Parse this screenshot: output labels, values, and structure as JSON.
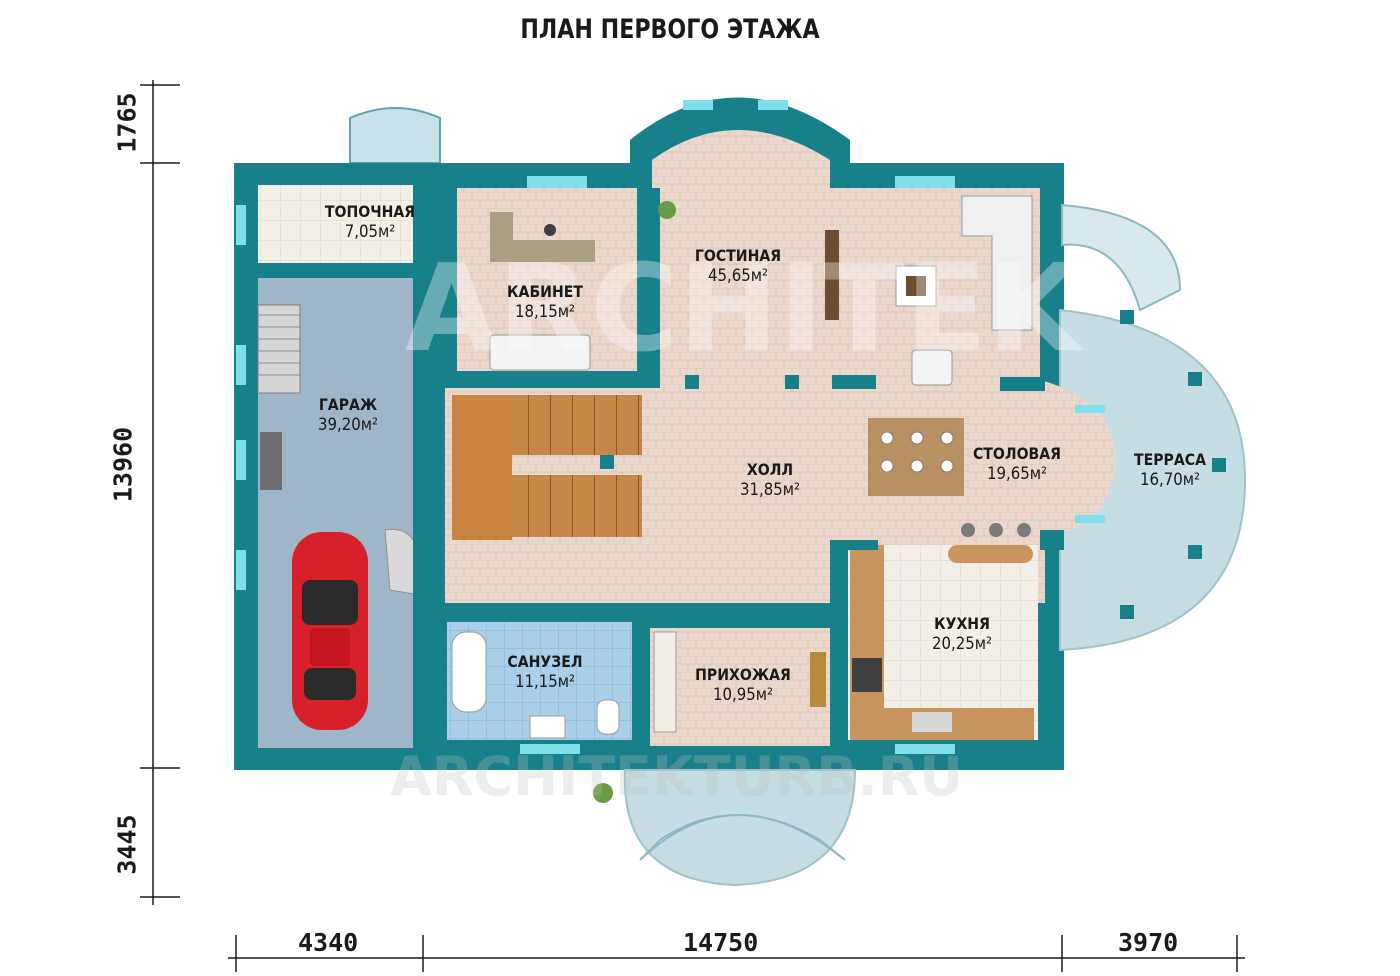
{
  "title": "ПЛАН ПЕРВОГО ЭТАЖА",
  "dimensions": {
    "top_projection": "1765",
    "main_depth": "13960",
    "bottom_projection": "3445",
    "garage_width": "4340",
    "main_width": "14750",
    "terrace_width": "3970"
  },
  "rooms": [
    {
      "id": "topochnaya",
      "name": "ТОПОЧНАЯ",
      "area": "7,05м²"
    },
    {
      "id": "kabinet",
      "name": "КАБИНЕТ",
      "area": "18,15м²"
    },
    {
      "id": "gostinaya",
      "name": "ГОСТИНАЯ",
      "area": "45,65м²"
    },
    {
      "id": "garazh",
      "name": "ГАРАЖ",
      "area": "39,20м²"
    },
    {
      "id": "holl",
      "name": "ХОЛЛ",
      "area": "31,85м²"
    },
    {
      "id": "stolovaya",
      "name": "СТОЛОВАЯ",
      "area": "19,65м²"
    },
    {
      "id": "terrasa",
      "name": "ТЕРРАСА",
      "area": "16,70м²"
    },
    {
      "id": "kuhnya",
      "name": "КУХНЯ",
      "area": "20,25м²"
    },
    {
      "id": "sanuzel",
      "name": "САНУЗЕЛ",
      "area": "11,15м²"
    },
    {
      "id": "prihozhaya",
      "name": "ПРИХОЖАЯ",
      "area": "10,95м²"
    }
  ],
  "watermark": {
    "logo": "ARCHITEK",
    "url": "ARCHITEKTURB.RU"
  },
  "colors": {
    "wall": "#17808a",
    "wall_dark": "#0e5f66",
    "tile_floor": "#ead8cc",
    "garage_floor": "#9fb6c8",
    "bath_floor": "#a9cfe9",
    "kitchen_floor": "#f1ede4",
    "terrace": "#c5dde3",
    "wood": "#b97a3f",
    "window": "#7fe0ec",
    "car": "#d8202a"
  }
}
